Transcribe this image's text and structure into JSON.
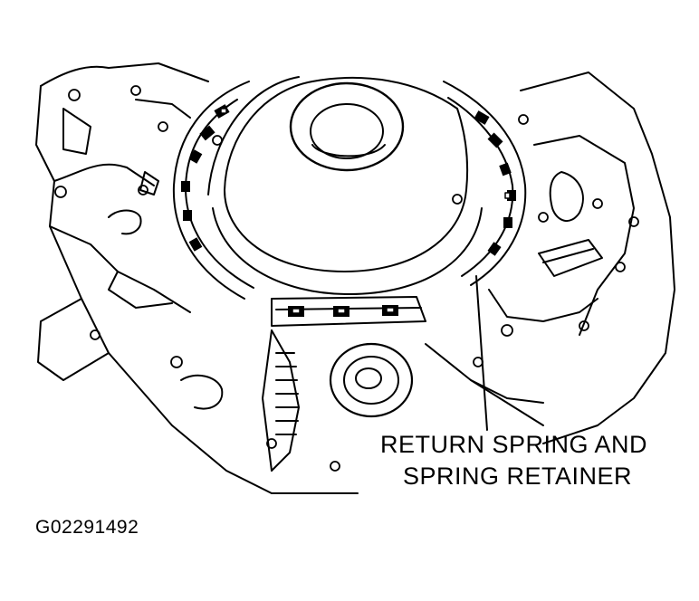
{
  "callout": {
    "line1": "RETURN SPRING AND",
    "line2": "SPRING RETAINER"
  },
  "figure_id": "G02291492",
  "colors": {
    "ink": "#000000",
    "paper": "#ffffff"
  }
}
